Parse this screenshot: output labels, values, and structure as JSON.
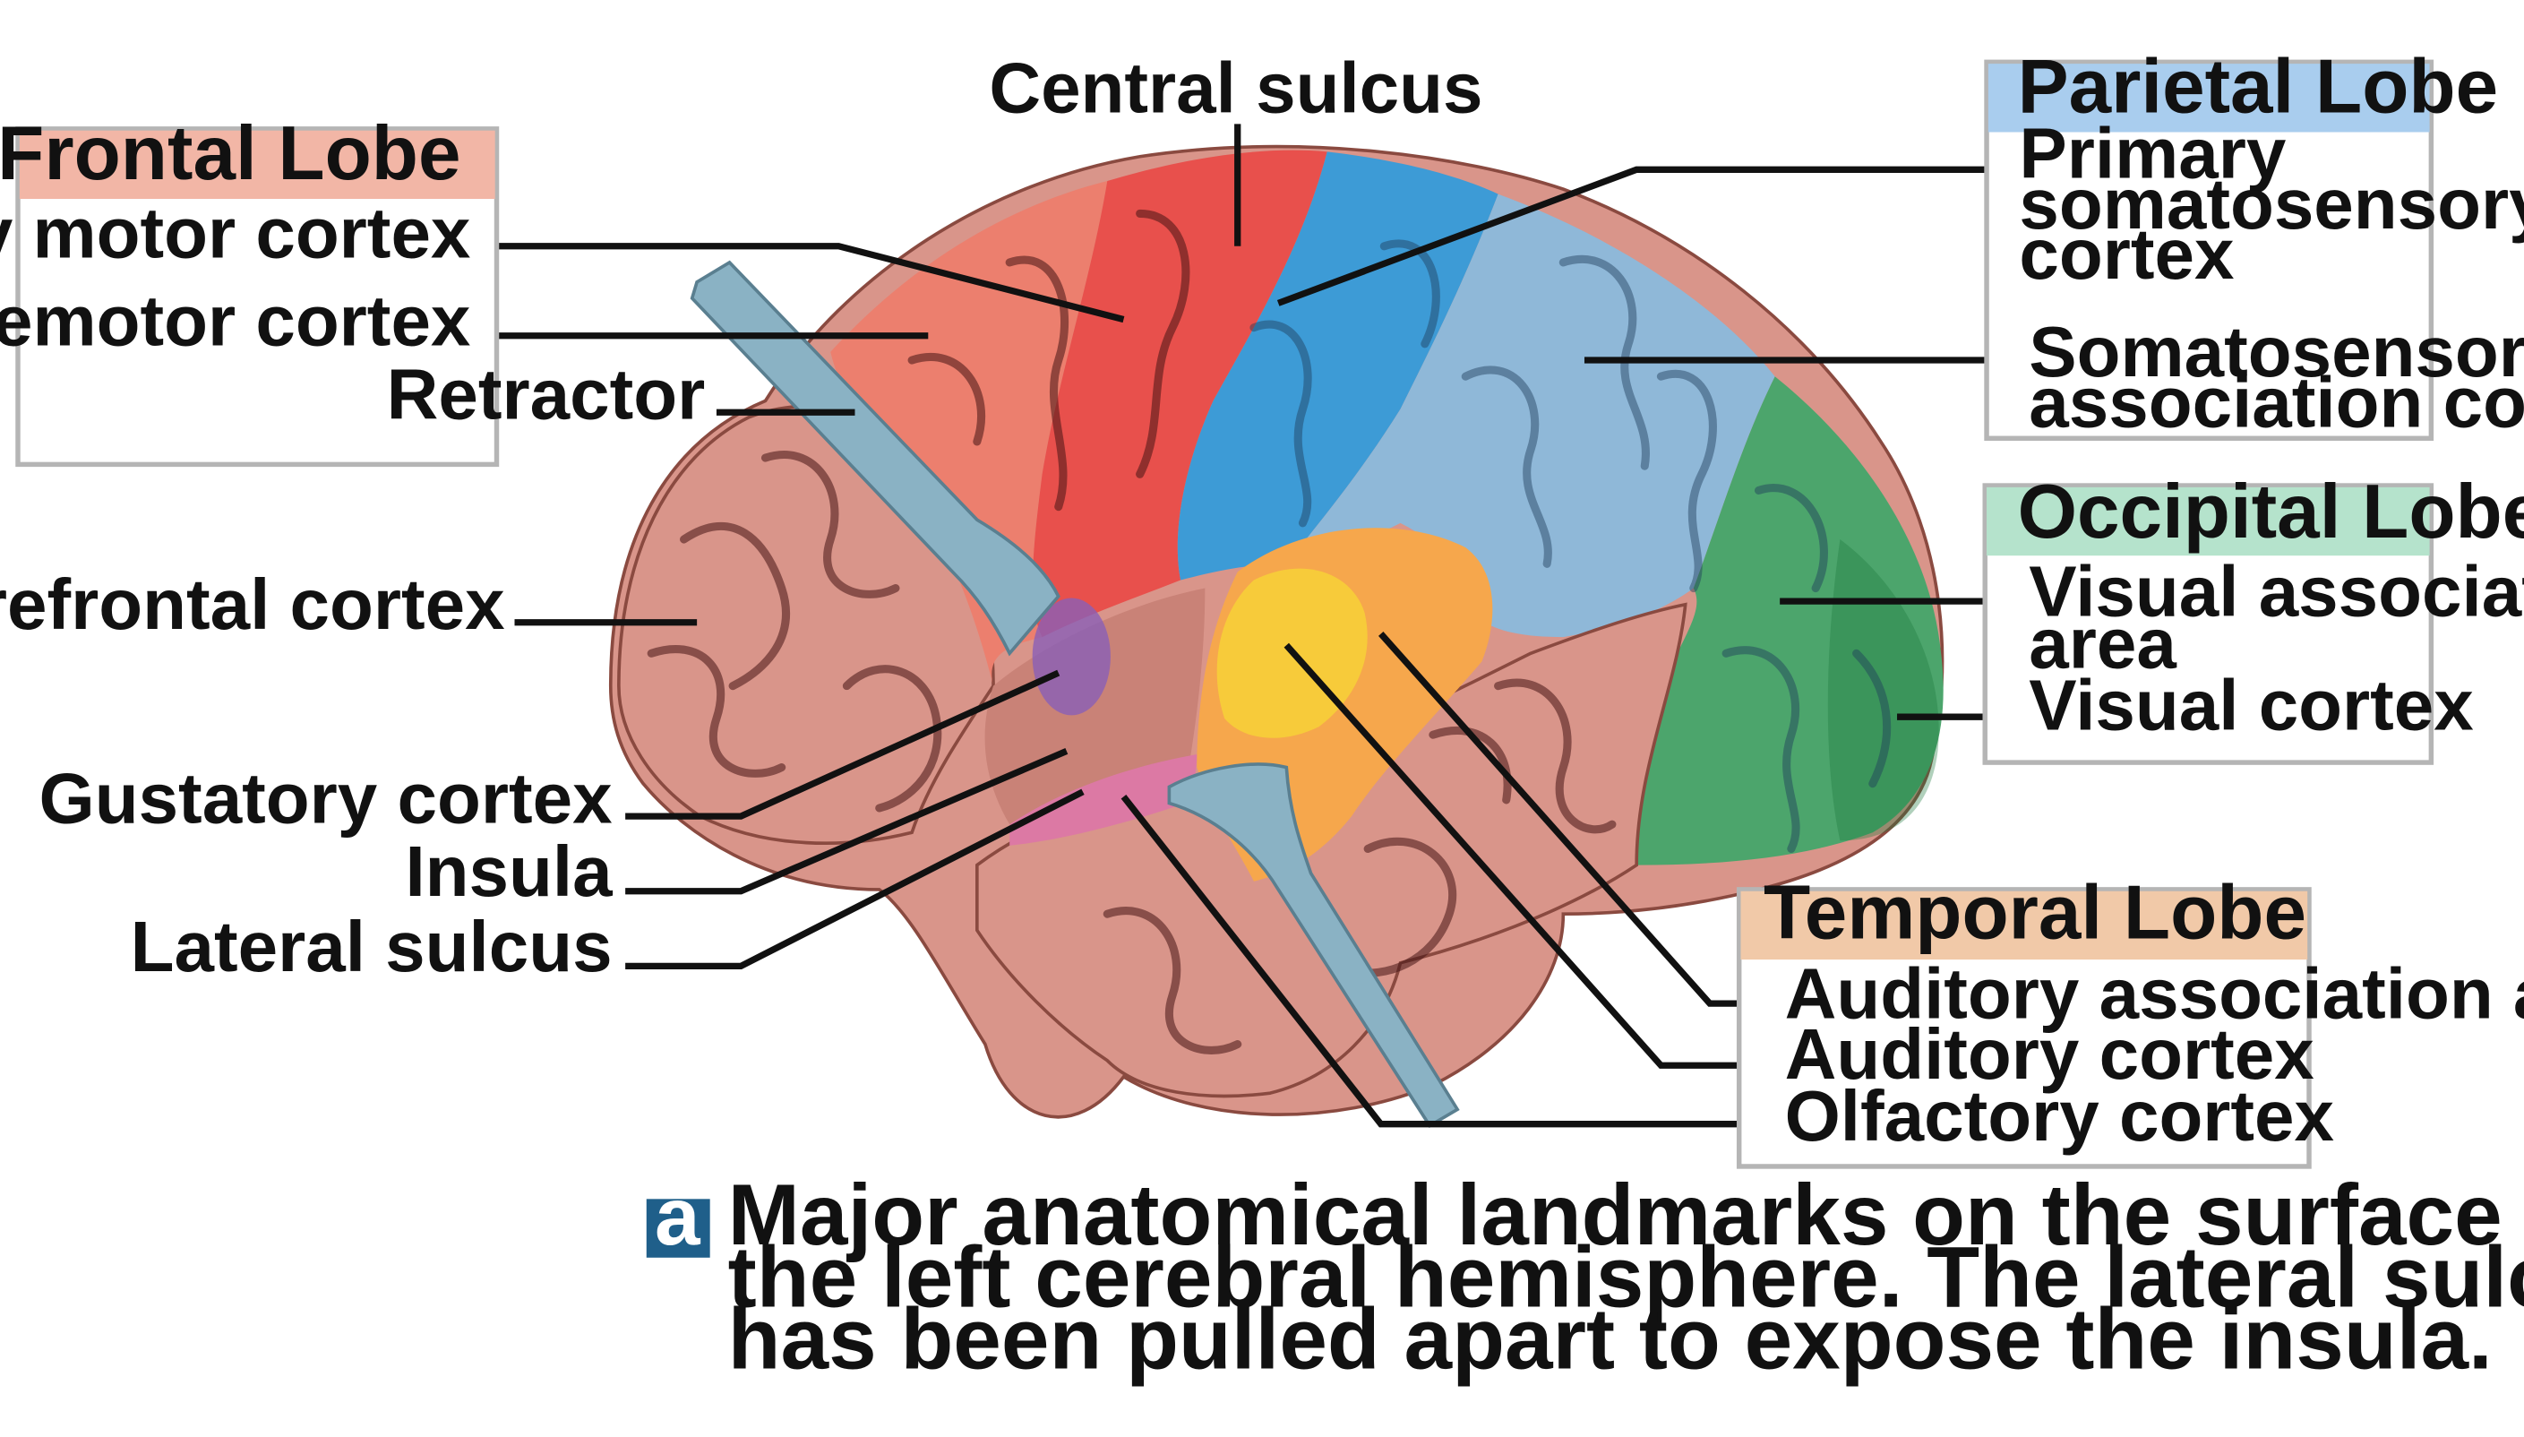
{
  "colors": {
    "frontal": "#f2b6a6",
    "parietal": "#a9cdee",
    "occipital": "#b5e3cc",
    "temporal": "#f1c9a8",
    "motor": "#e8504c",
    "primary_somatosensory": "#3d9bd6",
    "somatosensory_association": "#8fb8d8",
    "occipital_tissue": "#4ca56c",
    "auditory_association": "#f6a74c",
    "auditory": "#f7cb3a",
    "gustatory": "#8a5fb7",
    "olfactory": "#dc79a4",
    "retractor": "#8ab2c4",
    "brain_tissue": "#d9958a",
    "caption_badge": "#1f5f8a"
  },
  "frontal": {
    "header": "Frontal Lobe",
    "primary_motor": "Primary motor cortex",
    "premotor": "Premotor cortex"
  },
  "parietal": {
    "header": "Parietal Lobe",
    "primary_somato": [
      "Primary",
      "somatosensory",
      "cortex"
    ],
    "somato_assoc": [
      "Somatosensory",
      "association cortex"
    ]
  },
  "occipital": {
    "header": "Occipital Lobe",
    "visual_assoc": [
      "Visual association",
      "area"
    ],
    "visual_cortex": "Visual cortex"
  },
  "temporal": {
    "header": "Temporal Lobe",
    "auditory_assoc": "Auditory association area",
    "auditory_cortex": "Auditory cortex",
    "olfactory_cortex": "Olfactory cortex"
  },
  "labels": {
    "central_sulcus": "Central sulcus",
    "retractor": "Retractor",
    "prefrontal": "Prefrontal cortex",
    "gustatory": "Gustatory cortex",
    "insula": "Insula",
    "lateral_sulcus": "Lateral sulcus"
  },
  "caption": {
    "badge": "a",
    "lines": [
      "Major anatomical landmarks on the surface of",
      "the left cerebral hemisphere. The lateral sulcus",
      "has been pulled apart to expose the insula."
    ]
  }
}
